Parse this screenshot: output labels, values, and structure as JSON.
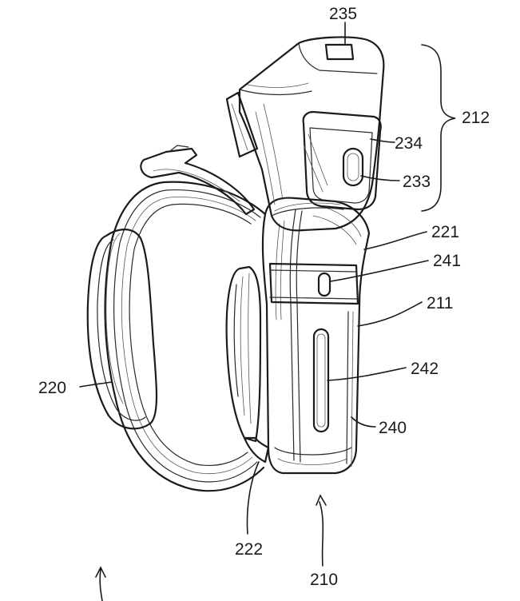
{
  "figure": {
    "labels": {
      "device": "210",
      "grip_body": "211",
      "head_section": "212",
      "strap_band": "220",
      "strap_upper_attachment": "221",
      "strap_lower_attachment": "222",
      "face_button": "233",
      "head_face_panel": "234",
      "top_button": "235",
      "side_strip": "240",
      "collar_button": "241",
      "side_slot": "242"
    }
  }
}
